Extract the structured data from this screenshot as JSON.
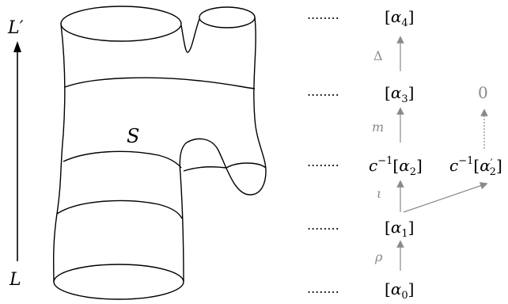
{
  "axis": {
    "top_label": "L′",
    "bottom_label": "L"
  },
  "surface": {
    "label": "S"
  },
  "dots": "........",
  "sequence": {
    "a4": {
      "bracket": "[",
      "sym": "α",
      "sub": "4",
      "close": "]"
    },
    "a3": {
      "bracket": "[",
      "sym": "α",
      "sub": "3",
      "close": "]"
    },
    "a2": {
      "prefix": "c",
      "sup": "−1",
      "bracket": "[",
      "sym": "α",
      "sub": "2",
      "close": "]"
    },
    "a2prime": {
      "prefix": "c",
      "sup": "−1",
      "bracket": "[",
      "sym": "α",
      "prime": "′",
      "sub": "2",
      "close": "]"
    },
    "a1": {
      "bracket": "[",
      "sym": "α",
      "sub": "1",
      "close": "]"
    },
    "a0": {
      "bracket": "[",
      "sym": "α",
      "sub": "0",
      "close": "]"
    },
    "zero": "0"
  },
  "maps": {
    "delta": "Δ",
    "m": "m",
    "iota": "ι",
    "rho": "ρ"
  },
  "colors": {
    "ink": "#000000",
    "map_gray": "#8a8a8a"
  }
}
